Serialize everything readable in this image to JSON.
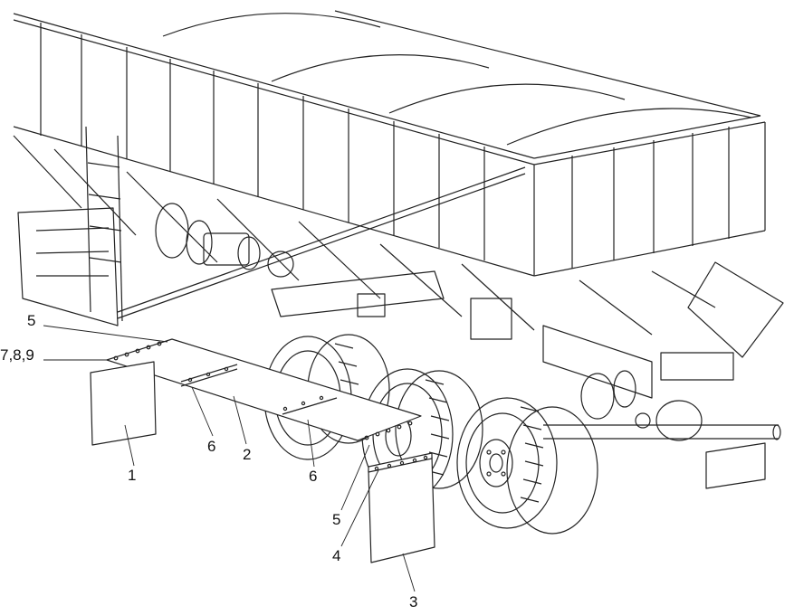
{
  "callouts": {
    "c5_top": "5",
    "c789": "7,8,9",
    "c6_left": "6",
    "c2": "2",
    "c1": "1",
    "c6_right": "6",
    "c5_bottom": "5",
    "c4": "4",
    "c3": "3"
  },
  "colors": {
    "line": "#222222",
    "background": "#ffffff"
  }
}
